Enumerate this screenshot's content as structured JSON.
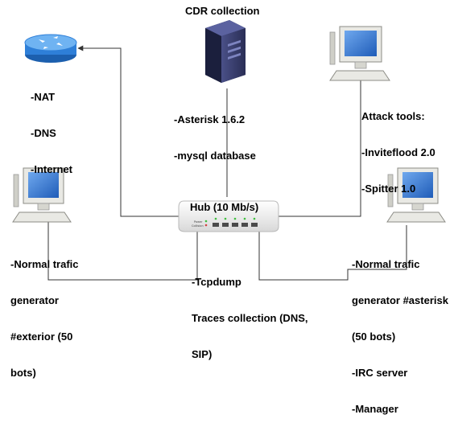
{
  "nodes": {
    "cdr": {
      "title": "CDR collection",
      "lines": [
        "-Asterisk 1.6.2",
        "-mysql database"
      ]
    },
    "router": {
      "lines": [
        "-NAT",
        "-DNS",
        "-Internet"
      ]
    },
    "attack": {
      "lines": [
        "Attack tools:",
        "-Inviteflood 2.0",
        "-Spitter 1.0"
      ]
    },
    "hub": {
      "title": "Hub (10 Mb/s)",
      "port_labels": [
        "Power",
        "Collision"
      ]
    },
    "gen_exterior": {
      "lines": [
        "-Normal trafic",
        "generator",
        "#exterior (50",
        "bots)"
      ]
    },
    "tcpdump": {
      "lines": [
        "-Tcpdump",
        "Traces collection (DNS,",
        "SIP)"
      ]
    },
    "gen_asterisk": {
      "lines": [
        "-Normal trafic",
        "generator #asterisk",
        "(50 bots)",
        "-IRC server",
        "-Manager"
      ]
    }
  },
  "colors": {
    "line": "#333333",
    "router_body": "#2e7fd8",
    "router_top": "#6fb3f2",
    "server_body": "#3a3f6e",
    "server_side": "#23284a",
    "pc_beige": "#e9e9e4",
    "pc_screen": "#2f6fc8",
    "hub_body": "#f2f2f2"
  }
}
